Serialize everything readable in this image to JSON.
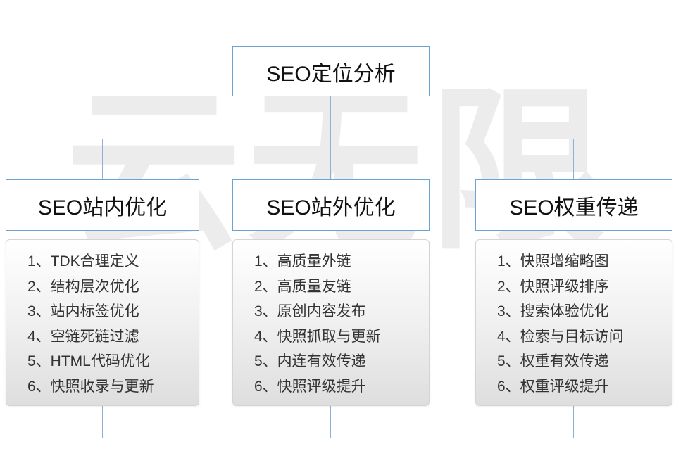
{
  "watermark": "云无限",
  "root": {
    "label": "SEO定位分析"
  },
  "columns": [
    {
      "title": "SEO站内优化",
      "items": [
        "1、TDK合理定义",
        "2、结构层次优化",
        "3、站内标签优化",
        "4、空链死链过滤",
        "5、HTML代码优化",
        "6、快照收录与更新"
      ]
    },
    {
      "title": "SEO站外优化",
      "items": [
        "1、高质量外链",
        "2、高质量友链",
        "3、原创内容发布",
        "4、快照抓取与更新",
        "5、内连有效传递",
        "6、快照评级提升"
      ]
    },
    {
      "title": "SEO权重传递",
      "items": [
        "1、快照增缩略图",
        "2、快照评级排序",
        "3、搜索体验优化",
        "4、检索与目标访问",
        "5、权重有效传递",
        "6、权重评级提升"
      ]
    }
  ],
  "colors": {
    "line": "#8cb0d6",
    "box_border": "#6ba3d6",
    "title_text": "#111111",
    "item_text": "#333333",
    "watermark": "#ececec"
  }
}
